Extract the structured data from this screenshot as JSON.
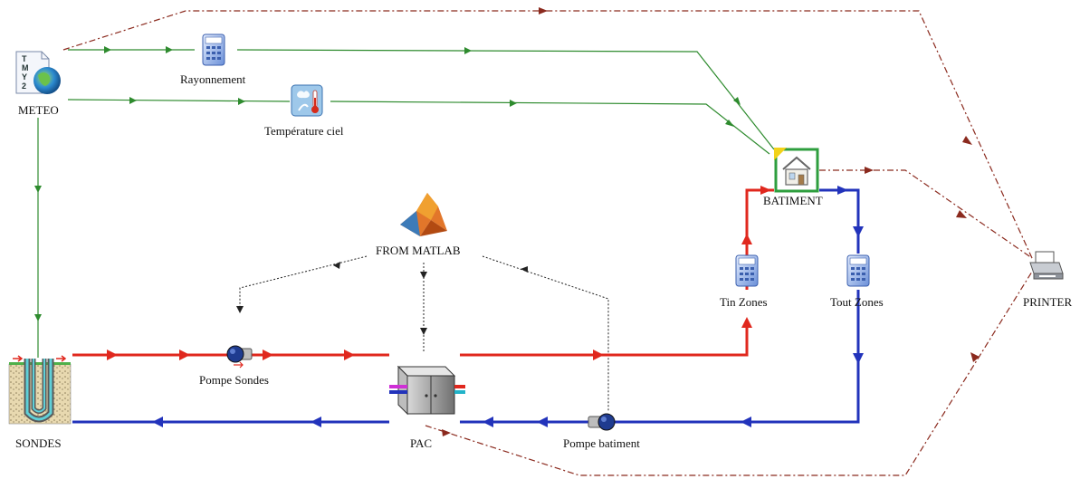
{
  "labels": {
    "meteo": "METEO",
    "rayonnement": "Rayonnement",
    "temperature_ciel": "Température ciel",
    "batiment": "BATIMENT",
    "from_matlab": "FROM MATLAB",
    "tin_zones": "Tin Zones",
    "tout_zones": "Tout Zones",
    "printer": "PRINTER",
    "pompe_sondes": "Pompe Sondes",
    "sondes": "SONDES",
    "pac": "PAC",
    "pompe_batiment": "Pompe batiment"
  },
  "meteo_icon_text": [
    "T",
    "M",
    "Y",
    "2"
  ],
  "colors": {
    "weather_link": "#2e8b2e",
    "hot_loop": "#e0281e",
    "cold_loop": "#2233bb",
    "control_link": "#222222",
    "output_link": "#8b2a1e"
  }
}
